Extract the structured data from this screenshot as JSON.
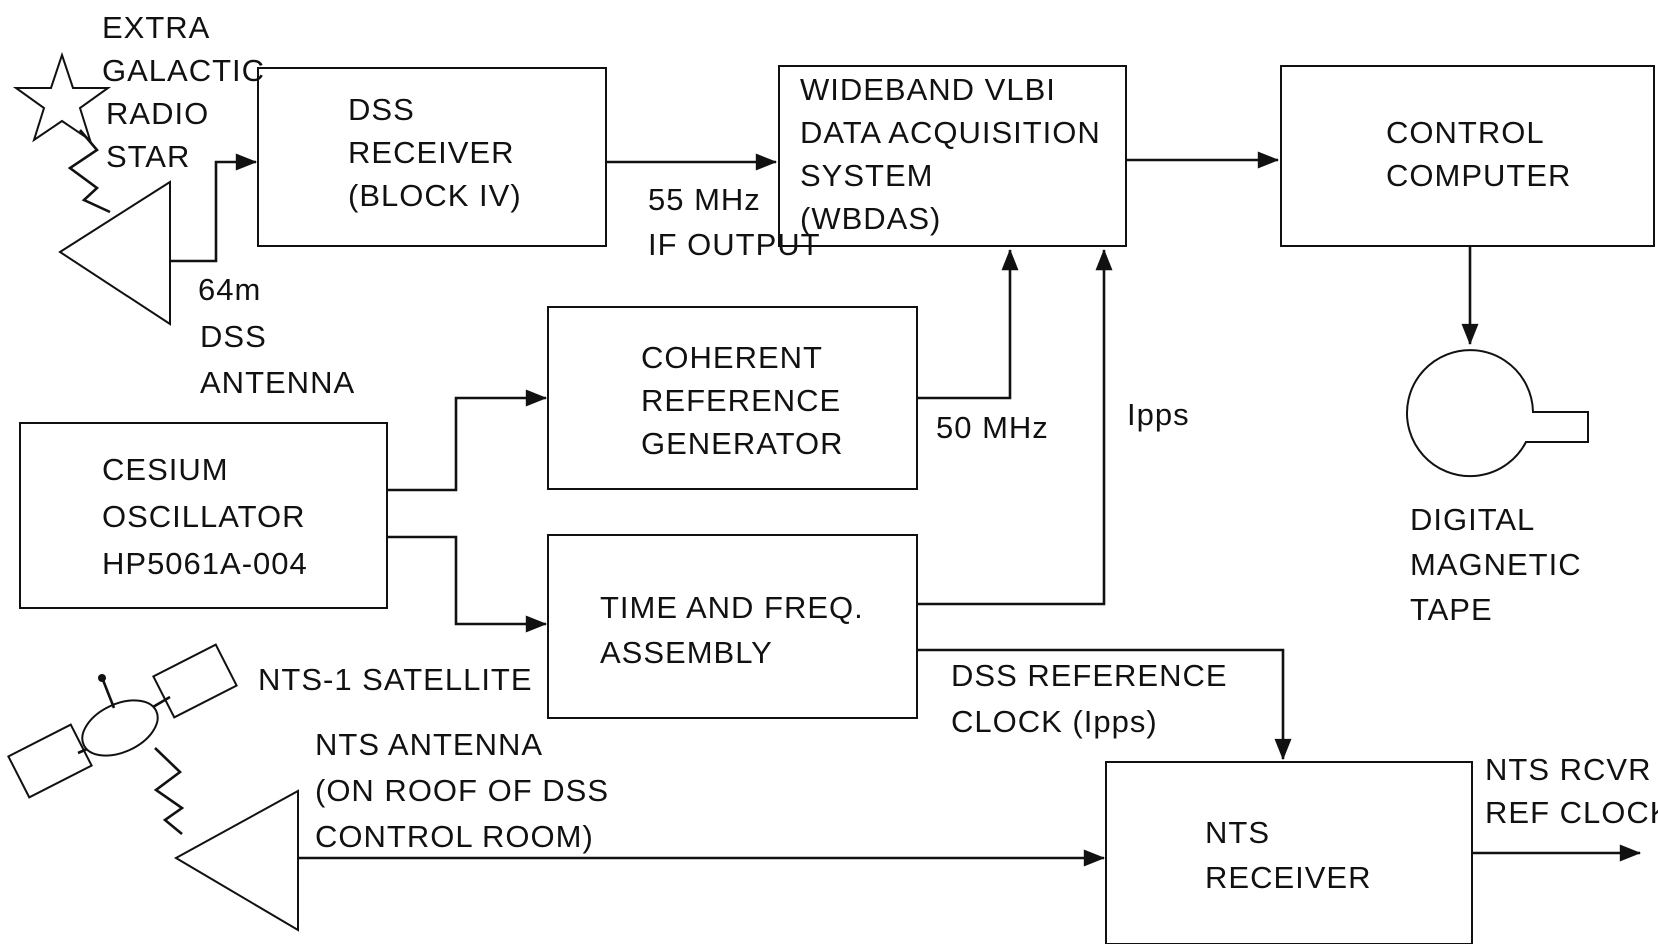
{
  "star_label": [
    "EXTRA",
    "GALACTIC",
    "RADIO",
    "STAR"
  ],
  "antenna_64m_label": [
    "64m",
    "DSS",
    "ANTENNA"
  ],
  "dss_receiver": [
    "DSS",
    "RECEIVER",
    "(BLOCK IV)"
  ],
  "if_output_label": [
    "55 MHz",
    "IF OUTPUT"
  ],
  "wbdas": [
    "WIDEBAND VLBI",
    "DATA ACQUISITION",
    "SYSTEM",
    "(WBDAS)"
  ],
  "control_computer": [
    "CONTROL",
    "COMPUTER"
  ],
  "tape_label": [
    "DIGITAL",
    "MAGNETIC",
    "TAPE"
  ],
  "coherent_ref": [
    "COHERENT",
    "REFERENCE",
    "GENERATOR"
  ],
  "mhz50_label": "50 MHz",
  "ipps_label": "Ipps",
  "cesium": [
    "CESIUM",
    "OSCILLATOR",
    "HP5061A-004"
  ],
  "time_freq": [
    "TIME AND FREQ.",
    "ASSEMBLY"
  ],
  "satellite_label": "NTS-1 SATELLITE",
  "nts_antenna_label": [
    "NTS ANTENNA",
    "(ON ROOF OF DSS",
    "CONTROL ROOM)"
  ],
  "dss_ref_clock_label": [
    "DSS REFERENCE",
    "CLOCK (Ipps)"
  ],
  "nts_receiver": [
    "NTS",
    "RECEIVER"
  ],
  "nts_rcvr_ref_clock_label": [
    "NTS RCVR",
    "REF CLOCK"
  ]
}
